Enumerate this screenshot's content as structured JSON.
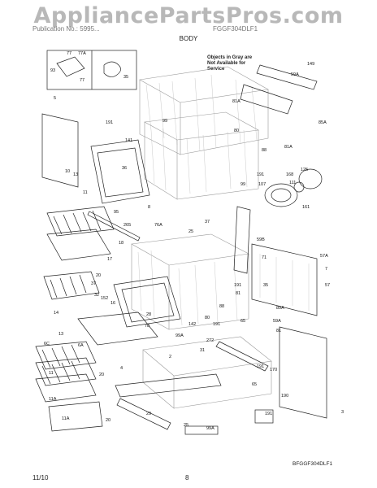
{
  "watermark": "AppliancePartsPros.com",
  "header": {
    "left": "Publication No.: 5995...",
    "model": "FGGF304DLF1"
  },
  "section_title": "BODY",
  "note": "Objects in Gray are Not Available for Service",
  "diagram_code": "BFGGF304DLF1",
  "footer": {
    "date": "11/10",
    "page": "8"
  },
  "labels": [
    {
      "t": "77"
    },
    {
      "t": "77A"
    },
    {
      "t": "93"
    },
    {
      "t": "77"
    },
    {
      "t": "35"
    },
    {
      "t": "149"
    },
    {
      "t": "59A"
    },
    {
      "t": "5"
    },
    {
      "t": "191"
    },
    {
      "t": "99"
    },
    {
      "t": "81A"
    },
    {
      "t": "85A"
    },
    {
      "t": "80"
    },
    {
      "t": "88"
    },
    {
      "t": "81A"
    },
    {
      "t": "191"
    },
    {
      "t": "141"
    },
    {
      "t": "10"
    },
    {
      "t": "13"
    },
    {
      "t": "36"
    },
    {
      "t": "11"
    },
    {
      "t": "95"
    },
    {
      "t": "99"
    },
    {
      "t": "125"
    },
    {
      "t": "168"
    },
    {
      "t": "111"
    },
    {
      "t": "107"
    },
    {
      "t": "161"
    },
    {
      "t": "8"
    },
    {
      "t": "76A"
    },
    {
      "t": "37"
    },
    {
      "t": "265"
    },
    {
      "t": "25"
    },
    {
      "t": "18"
    },
    {
      "t": "59B"
    },
    {
      "t": "17"
    },
    {
      "t": "71"
    },
    {
      "t": "57A"
    },
    {
      "t": "7"
    },
    {
      "t": "20"
    },
    {
      "t": "37"
    },
    {
      "t": "191"
    },
    {
      "t": "32"
    },
    {
      "t": "81"
    },
    {
      "t": "35"
    },
    {
      "t": "152"
    },
    {
      "t": "16"
    },
    {
      "t": "57"
    },
    {
      "t": "28"
    },
    {
      "t": "88"
    },
    {
      "t": "14"
    },
    {
      "t": "80"
    },
    {
      "t": "89A"
    },
    {
      "t": "65"
    },
    {
      "t": "191"
    },
    {
      "t": "59A"
    },
    {
      "t": "13"
    },
    {
      "t": "78"
    },
    {
      "t": "142"
    },
    {
      "t": "272"
    },
    {
      "t": "81"
    },
    {
      "t": "6C"
    },
    {
      "t": "6A"
    },
    {
      "t": "99A"
    },
    {
      "t": "31"
    },
    {
      "t": "2"
    },
    {
      "t": "4"
    },
    {
      "t": "191"
    },
    {
      "t": "170"
    },
    {
      "t": "65"
    },
    {
      "t": "20"
    },
    {
      "t": "11"
    },
    {
      "t": "11A"
    },
    {
      "t": "3"
    },
    {
      "t": "11A"
    },
    {
      "t": "20"
    },
    {
      "t": "29"
    },
    {
      "t": "25"
    },
    {
      "t": "99A"
    },
    {
      "t": "191"
    },
    {
      "t": "190"
    }
  ]
}
